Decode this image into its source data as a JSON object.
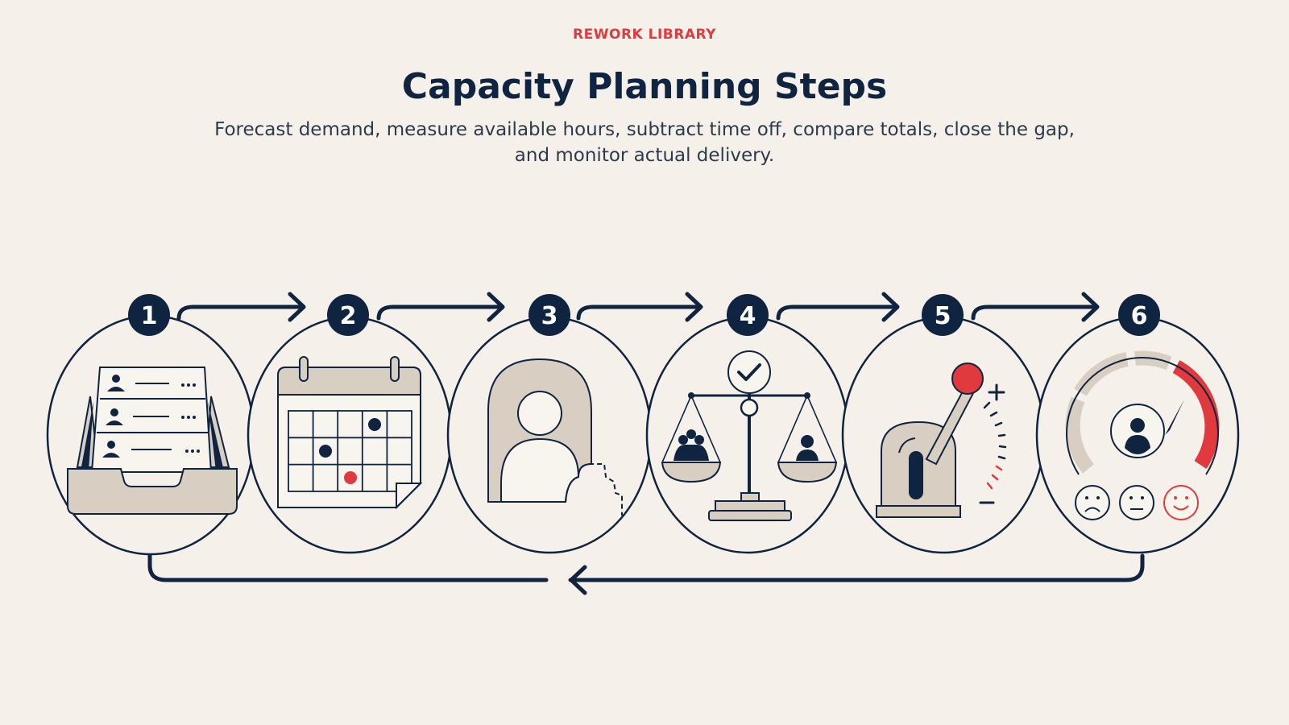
{
  "header": {
    "kicker": "REWORK LIBRARY",
    "title": "Capacity Planning Steps",
    "subtitle": "Forecast demand, measure available hours, subtract time off, compare totals, close the gap, and monitor actual delivery."
  },
  "steps": [
    {
      "number": "1",
      "icon": "inbox-tray-icon"
    },
    {
      "number": "2",
      "icon": "calendar-icon"
    },
    {
      "number": "3",
      "icon": "person-time-off-icon"
    },
    {
      "number": "4",
      "icon": "balance-scale-icon"
    },
    {
      "number": "5",
      "icon": "lever-icon"
    },
    {
      "number": "6",
      "icon": "gauge-icon"
    }
  ],
  "colors": {
    "navy": "#0f2440",
    "accent": "#e0393e",
    "background": "#f5f1ea",
    "beige": "#d8cfc2"
  }
}
